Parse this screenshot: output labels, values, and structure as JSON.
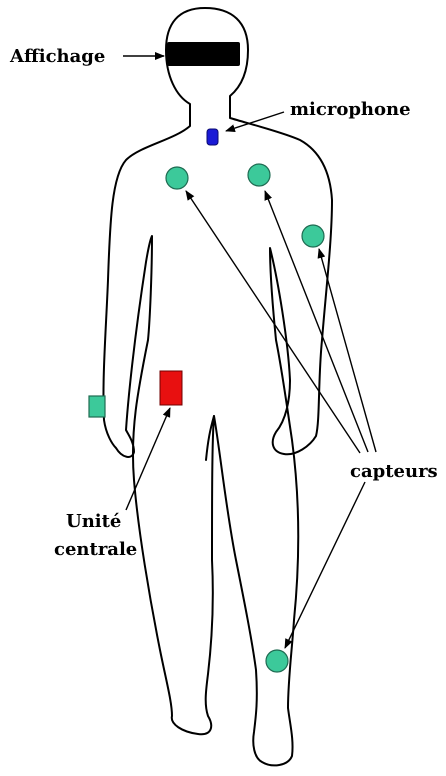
{
  "labels": {
    "affichage": "Affichage",
    "microphone": "microphone",
    "capteurs": "capteurs",
    "unite_line1": "Unité",
    "unite_line2": "centrale"
  },
  "colors": {
    "display": "#000000",
    "microphone": "#1a1ad6",
    "sensor": "#3cc99a",
    "central_unit": "#e81010",
    "outline": "#000000"
  },
  "icons": {
    "display": "display-bar-icon",
    "microphone": "microphone-cylinder-icon",
    "sensor": "sensor-circle-icon",
    "wrist_sensor": "sensor-square-icon",
    "central_unit": "central-unit-rect-icon"
  }
}
